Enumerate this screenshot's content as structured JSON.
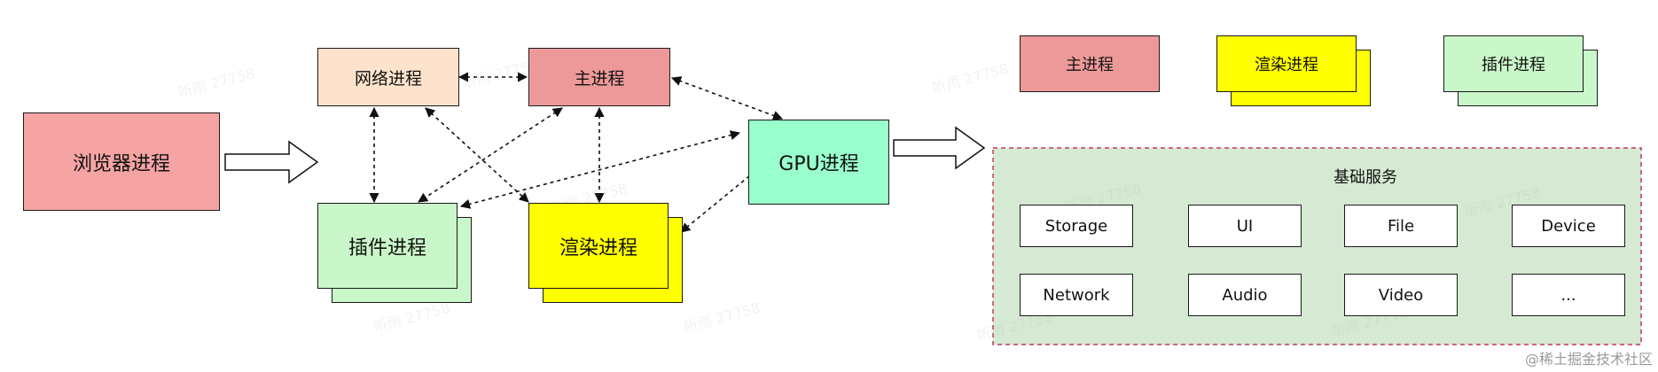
{
  "nodes": {
    "browser": "浏览器进程",
    "network": "网络进程",
    "main": "主进程",
    "gpu": "GPU进程",
    "plugin": "插件进程",
    "render": "渲染进程"
  },
  "legend": {
    "main": "主进程",
    "render": "渲染进程",
    "plugin": "插件进程"
  },
  "services": {
    "title": "基础服务",
    "items": [
      "Storage",
      "UI",
      "File",
      "Device",
      "Network",
      "Audio",
      "Video",
      "..."
    ]
  },
  "colors": {
    "browser": "#f5a3a3",
    "network": "#fde3cc",
    "main": "#ee9999",
    "gpu": "#99ffcc",
    "plugin": "#c9f7c9",
    "render": "#ffff00",
    "services_bg": "#d6ead3",
    "services_border": "#c0395a"
  },
  "watermark": "听雨 27758",
  "footer": "@稀土掘金技术社区"
}
